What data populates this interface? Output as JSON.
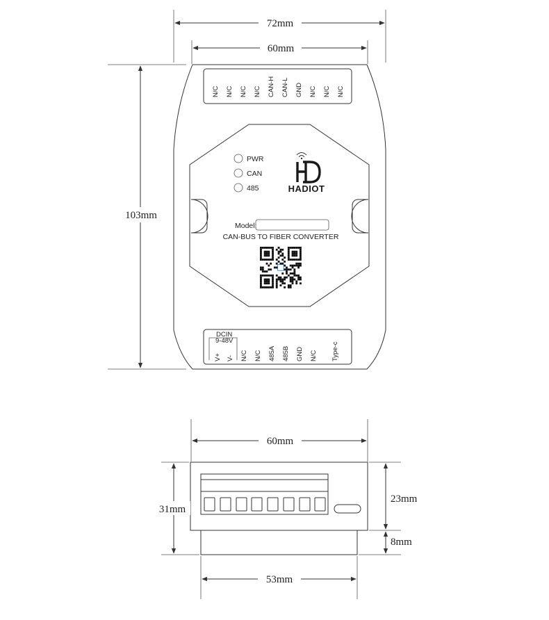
{
  "dimensions": {
    "top_width_outer": "72mm",
    "top_width_inner": "60mm",
    "top_height": "103mm",
    "side_width": "60mm",
    "side_height_total": "31mm",
    "side_height_upper": "23mm",
    "side_height_lower": "8mm",
    "side_base_width": "53mm"
  },
  "top_terminal_pins": [
    "N/C",
    "N/C",
    "N/C",
    "N/C",
    "CAN-H",
    "CAN-L",
    "GND",
    "N/C",
    "N/C",
    "N/C"
  ],
  "bottom_terminal_pins": [
    "V+",
    "V-",
    "N/C",
    "N/C",
    "485A",
    "485B",
    "GND",
    "N/C"
  ],
  "dcin": {
    "label": "DCIN",
    "range": "9-48V"
  },
  "type_c_label": "Type-c",
  "leds": [
    "PWR",
    "CAN",
    "485"
  ],
  "brand": {
    "name": "HADIOT"
  },
  "model_label": "Model:",
  "product_name": "CAN-BUS TO FIBER CONVERTER",
  "colors": {
    "outline": "#333333",
    "text": "#222222",
    "qr_accent": "#1a73c9"
  },
  "icons": [
    "wireless-signal-icon",
    "hd-logo-icon",
    "qr-code-icon"
  ]
}
